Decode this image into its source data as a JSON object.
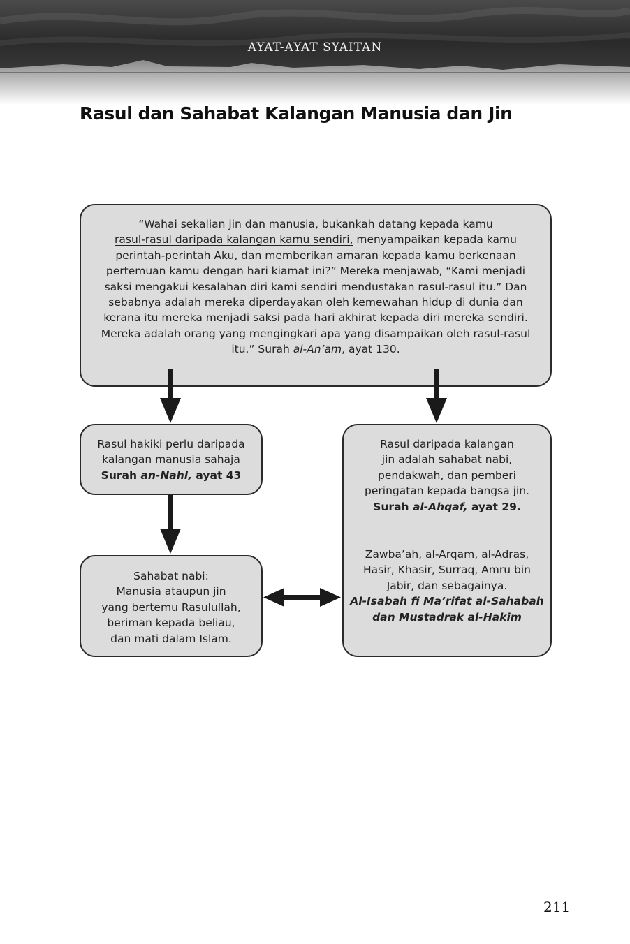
{
  "header": {
    "running_head": "AYAT-AYAT SYAITAN"
  },
  "title": "Rasul dan Sahabat Kalangan Manusia dan Jin",
  "quote_box": {
    "underlined_1": "“Wahai sekalian jin dan manusia, bukankah datang kepada kamu",
    "underlined_2": "rasul-rasul daripada kalangan kamu sendiri,",
    "text_after_underline": " menyampaikan kepada kamu perintah-perintah Aku, dan memberikan amaran kepada kamu berkenaan pertemuan kamu dengan hari kiamat ini?” Mereka menjawab, “Kami menjadi saksi mengakui kesalahan diri kami sendiri mendustakan rasul-rasul itu.” Dan sebabnya adalah mereka diperdayakan oleh kemewahan hidup di dunia dan kerana itu mereka menjadi saksi pada hari akhirat kepada diri mereka sendiri. Mereka adalah orang yang mengingkari apa yang disampaikan oleh rasul-rasul itu.” Surah ",
    "surah_name": "al-An’am",
    "verse": ", ayat 130."
  },
  "left_top_box": {
    "line1": "Rasul hakiki perlu daripada",
    "line2": "kalangan manusia sahaja",
    "ref_prefix": "Surah ",
    "ref_surah": "an-Nahl,",
    "ref_verse": " ayat 43"
  },
  "left_bottom_box": {
    "line1": "Sahabat nabi:",
    "line2": "Manusia ataupun jin",
    "line3": "yang bertemu Rasulullah,",
    "line4": "beriman kepada beliau,",
    "line5": "dan mati dalam Islam."
  },
  "right_box": {
    "line1": "Rasul daripada kalangan",
    "line2": "jin adalah sahabat nabi,",
    "line3": "pendakwah, dan pemberi",
    "line4": "peringatan kepada bangsa jin.",
    "ref1_prefix": "Surah ",
    "ref1_surah": "al-Ahqaf,",
    "ref1_verse": " ayat 29.",
    "names_line1": "Zawba’ah, al-Arqam, al-Adras,",
    "names_line2": "Hasir, Khasir, Surraq, Amru bin",
    "names_line3": "Jabir, dan sebagainya.",
    "ref2_line1": "Al-Isabah fi Ma’rifat al-Sahabah",
    "ref2_line2": "dan Mustadrak al-Hakim"
  },
  "page_number": "211"
}
